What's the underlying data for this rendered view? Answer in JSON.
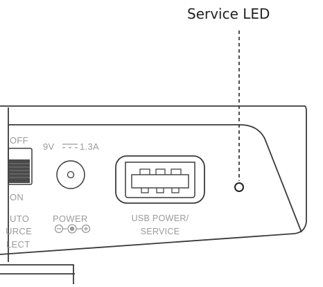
{
  "callout": {
    "label": "Service LED"
  },
  "panel": {
    "switch_top": "OFF",
    "switch_bottom": "ON",
    "auto_source_lines": [
      "UTO",
      "URCE",
      "LECT"
    ],
    "power_rating": {
      "voltage": "9V",
      "current": "1.3A"
    },
    "power_label": "POWER",
    "usb_label_lines": [
      "USB POWER/",
      "SERVICE"
    ]
  },
  "colors": {
    "line": "#3a3a3a",
    "text": "#9a9a9a",
    "callout_text": "#222222"
  }
}
